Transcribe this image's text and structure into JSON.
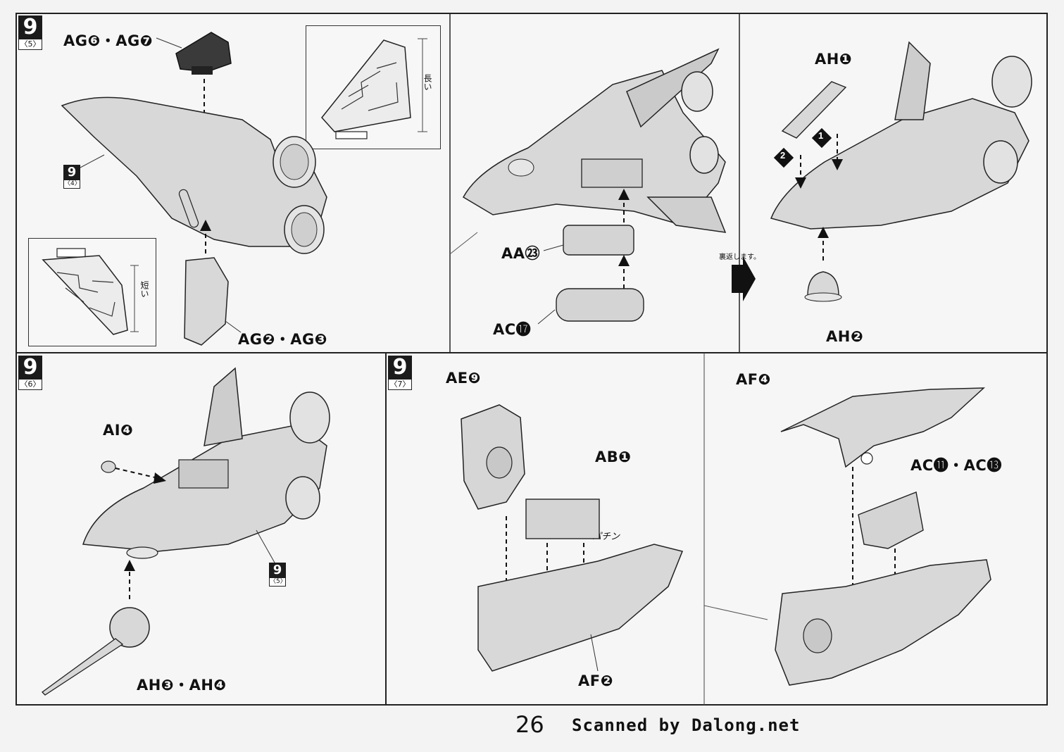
{
  "footer": {
    "page_number": "26",
    "credit": "Scanned by Dalong.net"
  },
  "steps": [
    {
      "id": "9-5",
      "number": "9",
      "sub": "〈5〉",
      "labels": {
        "top": "AG❻・AG❼",
        "bottom": "AG❷・AG❸",
        "ref_number": "9",
        "ref_sub": "〈4〉"
      },
      "inset_top_note": "長い",
      "inset_bottom_note": "短い"
    },
    {
      "id": "9-5b",
      "labels": {
        "upper": "AA㉓",
        "lower": "AC⓱"
      }
    },
    {
      "id": "9-5c",
      "labels": {
        "top": "AH❶",
        "bottom": "AH❷",
        "order_1": "1",
        "order_2": "2"
      },
      "flip_note": "裏返します。"
    },
    {
      "id": "9-6",
      "number": "9",
      "sub": "〈6〉",
      "labels": {
        "left": "AI❹",
        "bottom": "AH❸・AH❹",
        "ref_number": "9",
        "ref_sub": "〈5〉"
      }
    },
    {
      "id": "9-7",
      "number": "9",
      "sub": "〈7〉",
      "labels": {
        "top": "AE❾",
        "middle": "AB❶",
        "bottom": "AF❷"
      },
      "snap_note": "パチン"
    },
    {
      "id": "9-7b",
      "labels": {
        "top": "AF❹",
        "middle": "AC⓫・AC⓭"
      }
    }
  ]
}
